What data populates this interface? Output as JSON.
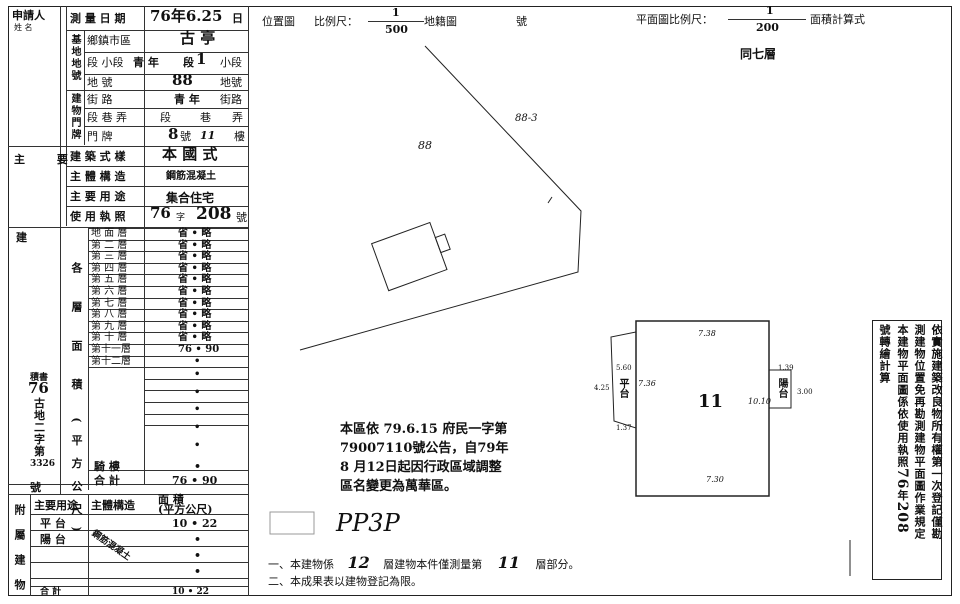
{
  "left_table": {
    "applicant_label": "申請人",
    "applicant_sub": "姓 名",
    "survey_date_label": "測 量 日 期",
    "survey_date": "76年6.25",
    "survey_date_unit": "日",
    "base_group_label": "基地地號",
    "township_label": "鄉鎮市區",
    "township": "古 亭",
    "section_label": "段  小段",
    "section_value_a": "青 年",
    "section_value_b": "段",
    "section_number": "1",
    "section_unit": "小段",
    "lot_label": "地    號",
    "lot_number": "88",
    "lot_unit": "地號",
    "door_group_label": "建物門牌",
    "street_label": "街    路",
    "street_value": "青  年",
    "street_unit": "街路",
    "lane_label": "段 巷 弄",
    "lane_value_a": "段",
    "lane_value_b": "巷",
    "lane_value_c": "弄",
    "door_label": "門    牌",
    "door_number": "8",
    "door_number_unit": "號",
    "floor_number": "11",
    "floor_unit": "樓",
    "main_group_label": "主 要",
    "style_label": "建 築 式 樣",
    "style_value": "本 國 式",
    "structure_label": "主 體 構 造",
    "structure_value": "鋼筋混凝土",
    "use_label": "主 要 用 途",
    "use_value": "集合住宅",
    "permit_label": "使 用 執 照",
    "permit_year": "76",
    "permit_char": "字",
    "permit_number": "208",
    "permit_unit": "號",
    "area_group_label": "各 層 面 積 (平方公尺)",
    "bldg_label": "建",
    "floors": [
      {
        "name": "地 面 層",
        "value": "省 • 略"
      },
      {
        "name": "第 二 層",
        "value": "省 • 略"
      },
      {
        "name": "第 三 層",
        "value": "省 • 略"
      },
      {
        "name": "第 四 層",
        "value": "省 • 略"
      },
      {
        "name": "第 五 層",
        "value": "省 • 略"
      },
      {
        "name": "第 六 層",
        "value": "省 • 略"
      },
      {
        "name": "第 七 層",
        "value": "省 • 略"
      },
      {
        "name": "第 八 層",
        "value": "省 • 略"
      },
      {
        "name": "第 九 層",
        "value": "省 • 略"
      },
      {
        "name": "第 十 層",
        "value": "省 • 略"
      },
      {
        "name": "第十一層",
        "value": "76 • 90"
      },
      {
        "name": "第十二層",
        "value": "•"
      }
    ],
    "extra_dots": [
      "•",
      "•",
      "•",
      "•",
      "•"
    ],
    "gallery_label": "騎    樓",
    "gallery_value": "•",
    "total_label": "合     計",
    "total_value": "76 • 90",
    "stamp_label": "積書",
    "stamp_year": "76",
    "stamp_text_1": "古",
    "stamp_text_2": "地",
    "stamp_text_3": "二",
    "stamp_text_4": "字",
    "stamp_text_5": "第",
    "stamp_number": "3326",
    "stamp_unit": "號",
    "annex_label": "附屬建物",
    "annex_use_label": "主要用途",
    "annex_structure_label": "主體構造",
    "annex_area_label": "面        積",
    "annex_area_unit": "(平方公尺)",
    "annex_rows": [
      {
        "name": "平  台",
        "value": "10 • 22"
      },
      {
        "name": "陽  台",
        "value": "•"
      }
    ],
    "annex_structure_value": "鋼筋混凝土",
    "annex_total_label": "合  計",
    "annex_total_value": "10 • 22"
  },
  "header": {
    "location_label": "位置圖",
    "location_scale_label": "比例尺：",
    "location_scale_num": "1",
    "location_scale_den": "500",
    "location_map_label": "地籍圖",
    "location_map_unit": "號",
    "plan_scale_label": "平面圖比例尺：",
    "plan_scale_num": "1",
    "plan_scale_den": "200",
    "plan_area_label": "面積計算式",
    "same_floor_note": "同七層"
  },
  "location_map": {
    "lot_88": "88",
    "lot_88_3": "88-3"
  },
  "floor_plan": {
    "unit_number": "11",
    "top_dim": "7.38",
    "bottom_dim": "7.30",
    "left_dim": "7.36",
    "right_dim": "10.10",
    "left_balcony_label": "平台",
    "left_balcony_w": "5.60",
    "left_balcony_h": "4.25",
    "left_balcony_b": "1.37",
    "right_balcony_label": "陽台",
    "right_balcony_w": "1.39",
    "right_balcony_h": "3.00"
  },
  "notice": {
    "line1": "本區依 79.6.15 府民一字第",
    "line2": "79007110號公告，自79年",
    "line3": "8 月12日起因行政區域調整",
    "line4": "區名變更為萬華區。"
  },
  "signature": "PP3P",
  "footer": {
    "note1_a": "一、本建物係",
    "note1_floors": "12",
    "note1_b": "層建物本件僅測量第",
    "note1_floor": "11",
    "note1_c": "層部分。",
    "note2": "二、本成果表以建物登記為限。"
  },
  "side_note": {
    "text": "依實施建築改良物所有權第一次登記僅勘測建物位置免再勘測建物平面圖作業規定本建物平面圖係依使用執照",
    "year": "76",
    "year_unit": "年",
    "number": "208",
    "tail": "號轉繪計算"
  }
}
